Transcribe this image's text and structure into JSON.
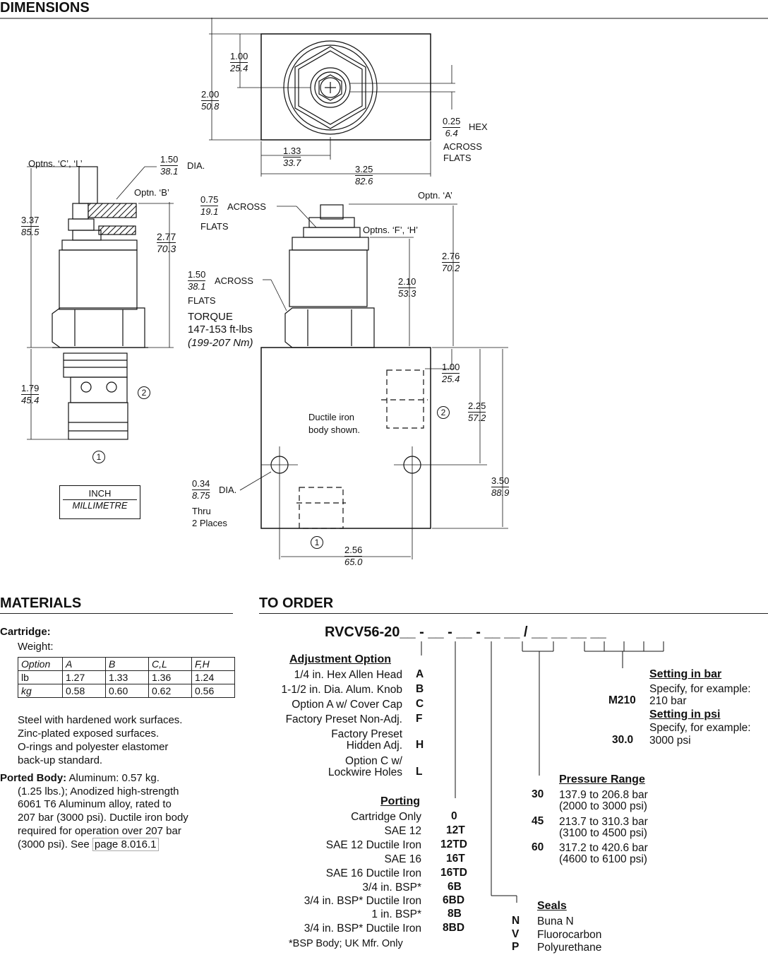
{
  "dimensions": {
    "title": "DIMENSIONS",
    "top_view": {
      "dim_1": {
        "inch": "1.00",
        "mm": "25.4"
      },
      "dim_2": {
        "inch": "2.00",
        "mm": "50.8"
      },
      "dim_hex": {
        "inch": "0.25",
        "mm": "6.4",
        "label_1": "HEX",
        "label_2": "ACROSS",
        "label_3": "FLATS"
      },
      "dim_width_offset": {
        "inch": "1.33",
        "mm": "33.7"
      },
      "dim_width": {
        "inch": "3.25",
        "mm": "82.6"
      }
    },
    "side_view": {
      "optns_cl": "Optns. ‘C’, ‘L’",
      "optns_b": "Optn. ‘B’",
      "dim_dia": {
        "inch": "1.50",
        "mm": "38.1",
        "label": "DIA."
      },
      "dim_height": {
        "inch": "3.37",
        "mm": "85.5"
      },
      "dim_b": {
        "inch": "2.77",
        "mm": "70.3"
      },
      "dim_lower": {
        "inch": "1.79",
        "mm": "45.4"
      },
      "circle_2": "2",
      "circle_1": "1"
    },
    "legend": {
      "inch": "INCH",
      "mm": "MILLIMETRE"
    },
    "front_view": {
      "dim_flats_a": {
        "inch": "0.75",
        "mm": "19.1",
        "label_1": "ACROSS",
        "label_2": "FLATS"
      },
      "dim_flats_b": {
        "inch": "1.50",
        "mm": "38.1",
        "label_1": "ACROSS",
        "label_2": "FLATS"
      },
      "torque_1": "TORQUE",
      "torque_2": "147-153 ft-lbs",
      "torque_3": "(199-207 Nm)",
      "optn_a": "Optn. ‘A’",
      "optns_fh": "Optns. ‘F’, ‘H’",
      "dim_276": {
        "inch": "2.76",
        "mm": "70.2"
      },
      "dim_210": {
        "inch": "2.10",
        "mm": "53.3"
      },
      "dim_100": {
        "inch": "1.00",
        "mm": "25.4"
      },
      "dim_225": {
        "inch": "2.25",
        "mm": "57.2"
      },
      "dim_350": {
        "inch": "3.50",
        "mm": "88.9"
      },
      "dim_256": {
        "inch": "2.56",
        "mm": "65.0"
      },
      "dim_034": {
        "inch": "0.34",
        "mm": "8.75",
        "label_1": "DIA.",
        "label_2": "Thru",
        "label_3": "2 Places"
      },
      "body_note_1": "Ductile iron",
      "body_note_2": "body shown.",
      "circle_2": "2",
      "circle_1": "1"
    }
  },
  "materials": {
    "title": "MATERIALS",
    "cartridge_label": "Cartridge:",
    "weight_label": "Weight:",
    "weight_table": {
      "header": [
        "Option",
        "A",
        "B",
        "C,L",
        "F,H"
      ],
      "rows": [
        [
          "lb",
          "1.27",
          "1.33",
          "1.36",
          "1.24"
        ],
        [
          "kg",
          "0.58",
          "0.60",
          "0.62",
          "0.56"
        ]
      ]
    },
    "cartridge_text": [
      "Steel with hardened work surfaces.",
      "Zinc-plated exposed surfaces.",
      "O-rings and polyester elastomer",
      "back-up standard."
    ],
    "ported_body_label": "Ported Body:",
    "ported_body_first": "Aluminum: 0.57 kg.",
    "ported_body_text": [
      "(1.25 lbs.); Anodized high-strength",
      "6061 T6 Aluminum alloy, rated to",
      "207 bar (3000 psi). Ductile iron body",
      "required for operation over 207 bar"
    ],
    "ported_body_last": "(3000 psi). See",
    "page_link": "page 8.016.1"
  },
  "to_order": {
    "title": "TO ORDER",
    "model": "RVCV56-20",
    "model_blanks": "__ - __ - __ - __ __ / __ __ __ __",
    "adjustment": {
      "title": "Adjustment Option",
      "items": [
        {
          "label": "1/4 in. Hex Allen Head",
          "code": "A"
        },
        {
          "label": "1-1/2 in. Dia. Alum. Knob",
          "code": "B"
        },
        {
          "label": "Option A w/ Cover Cap",
          "code": "C"
        },
        {
          "label": "Factory Preset Non-Adj.",
          "code": "F"
        },
        {
          "label_1": "Factory Preset",
          "label_2": "Hidden Adj.",
          "code": "H"
        },
        {
          "label_1": "Option C w/",
          "label_2": "Lockwire Holes",
          "code": "L"
        }
      ]
    },
    "porting": {
      "title": "Porting",
      "items": [
        {
          "label": "Cartridge Only",
          "code": "0"
        },
        {
          "label": "SAE 12",
          "code": "12T"
        },
        {
          "label": "SAE 12 Ductile Iron",
          "code": "12TD"
        },
        {
          "label": "SAE 16",
          "code": "16T"
        },
        {
          "label": "SAE 16 Ductile Iron",
          "code": "16TD"
        },
        {
          "label": "3/4 in. BSP*",
          "code": "6B"
        },
        {
          "label": "3/4 in. BSP* Ductile Iron",
          "code": "6BD"
        },
        {
          "label": "1 in. BSP*",
          "code": "8B"
        },
        {
          "label": "3/4 in. BSP* Ductile Iron",
          "code": "8BD"
        }
      ],
      "footnote": "*BSP Body; UK Mfr. Only"
    },
    "setting_bar": {
      "title": "Setting in bar",
      "text_1": "Specify, for example:",
      "code": "M210",
      "text_2": "210 bar"
    },
    "setting_psi": {
      "title": "Setting in psi",
      "text_1": "Specify, for example:",
      "code": "30.0",
      "text_2": "3000 psi"
    },
    "pressure_range": {
      "title": "Pressure Range",
      "items": [
        {
          "code": "30",
          "bar": "137.9 to 206.8 bar",
          "psi": "(2000 to 3000 psi)"
        },
        {
          "code": "45",
          "bar": "213.7 to 310.3 bar",
          "psi": "(3100 to 4500 psi)"
        },
        {
          "code": "60",
          "bar": "317.2 to 420.6 bar",
          "psi": "(4600 to 6100 psi)"
        }
      ]
    },
    "seals": {
      "title": "Seals",
      "items": [
        {
          "code": "N",
          "label": "Buna N"
        },
        {
          "code": "V",
          "label": "Fluorocarbon"
        },
        {
          "code": "P",
          "label": "Polyurethane"
        }
      ]
    }
  }
}
